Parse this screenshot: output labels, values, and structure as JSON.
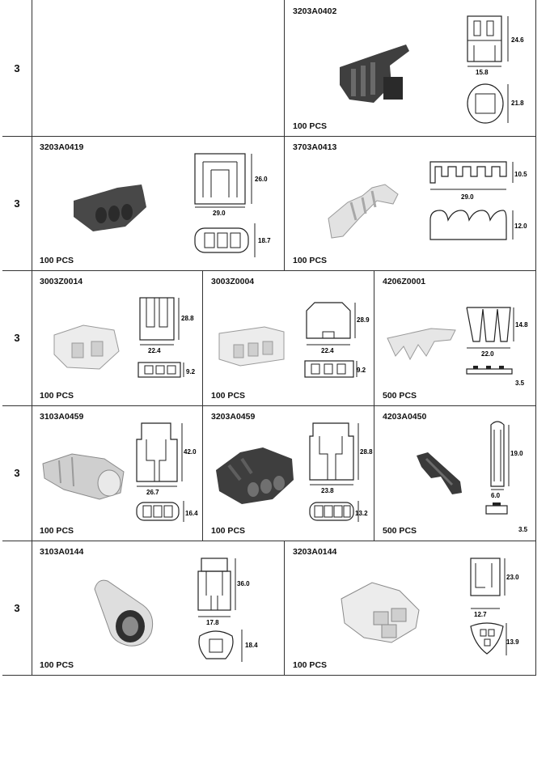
{
  "rows": [
    {
      "num": "3",
      "cells": [
        {
          "code": "",
          "qty": "",
          "dims": []
        },
        {
          "code": "3203A0402",
          "qty": "100 PCS",
          "dims": [
            "24.6",
            "15.8",
            "21.8"
          ]
        }
      ]
    },
    {
      "num": "3",
      "cells": [
        {
          "code": "3203A0419",
          "qty": "100 PCS",
          "dims": [
            "26.0",
            "29.0",
            "18.7"
          ]
        },
        {
          "code": "3703A0413",
          "qty": "100 PCS",
          "dims": [
            "10.5",
            "29.0",
            "12.0"
          ]
        }
      ]
    },
    {
      "num": "3",
      "cells": [
        {
          "code": "3003Z0014",
          "qty": "100 PCS",
          "dims": [
            "28.8",
            "22.4",
            "9.2"
          ]
        },
        {
          "code": "3003Z0004",
          "qty": "100 PCS",
          "dims": [
            "28.9",
            "22.4",
            "9.2"
          ]
        },
        {
          "code": "4206Z0001",
          "qty": "500 PCS",
          "dims": [
            "14.8",
            "22.0",
            "3.5"
          ]
        }
      ]
    },
    {
      "num": "3",
      "cells": [
        {
          "code": "3103A0459",
          "qty": "100 PCS",
          "dims": [
            "42.0",
            "26.7",
            "16.4"
          ]
        },
        {
          "code": "3203A0459",
          "qty": "100 PCS",
          "dims": [
            "28.8",
            "23.8",
            "13.2"
          ]
        },
        {
          "code": "4203A0450",
          "qty": "500 PCS",
          "dims": [
            "19.0",
            "6.0",
            "3.5"
          ]
        }
      ]
    },
    {
      "num": "3",
      "cells": [
        {
          "code": "3103A0144",
          "qty": "100 PCS",
          "dims": [
            "36.0",
            "17.8",
            "18.4"
          ]
        },
        {
          "code": "3203A0144",
          "qty": "100 PCS",
          "dims": [
            "23.0",
            "12.7",
            "13.9"
          ]
        }
      ]
    }
  ]
}
